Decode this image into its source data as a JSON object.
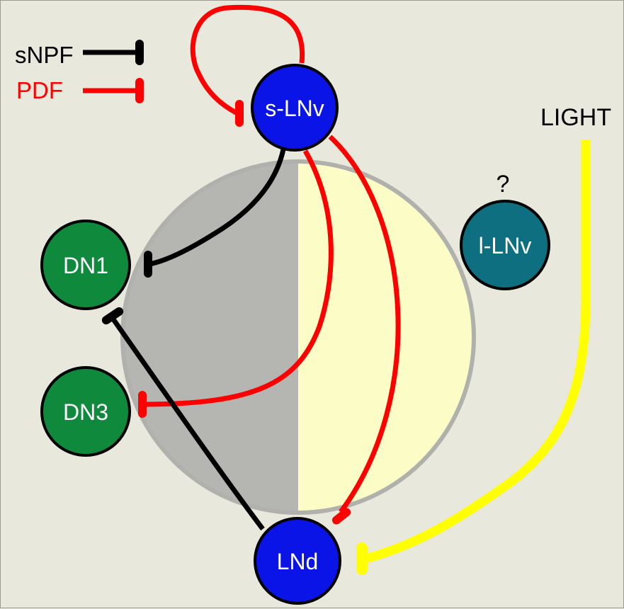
{
  "legend": {
    "items": [
      {
        "label": "sNPF",
        "color": "#000000"
      },
      {
        "label": "PDF",
        "color": "#ff0000"
      }
    ]
  },
  "nodes": {
    "s_lnv": {
      "label": "s-LNv",
      "color": "#0a14e6"
    },
    "lnd": {
      "label": "LNd",
      "color": "#0a14e6"
    },
    "dn1": {
      "label": "DN1",
      "color": "#0f8a3c"
    },
    "dn3": {
      "label": "DN3",
      "color": "#0f8a3c"
    },
    "l_lnv": {
      "label": "l-LNv",
      "color": "#0e6f80"
    }
  },
  "l_lnv_question": "?",
  "light": {
    "label": "LIGHT",
    "color": "#ffff00"
  },
  "cycle": {
    "dark_color": "#b5b5b2",
    "light_color": "#fcfcc6",
    "rim_color": "#b0b0ac"
  }
}
